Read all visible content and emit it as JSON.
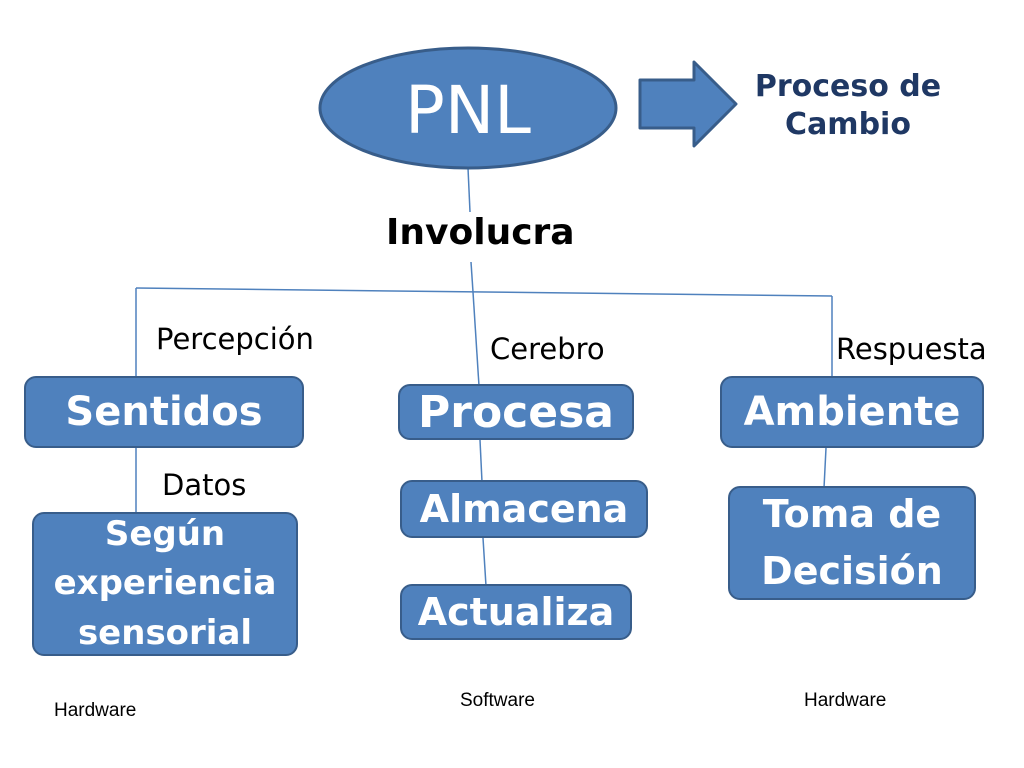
{
  "center": {
    "title": "PNL"
  },
  "arrow_target": "Proceso de\nCambio",
  "involves": "Involucra",
  "branches": [
    {
      "category": "Percepción",
      "node": "Sentidos",
      "sublabel": "Datos",
      "children": [
        "Según experiencia sensorial"
      ],
      "footer": "Hardware"
    },
    {
      "category": "Cerebro",
      "node": "Procesa",
      "children": [
        "Almacena",
        "Actualiza"
      ],
      "footer": "Software"
    },
    {
      "category": "Respuesta",
      "node": "Ambiente",
      "children": [
        "Toma de Decisión"
      ],
      "footer": "Hardware"
    }
  ],
  "colors": {
    "node_fill": "#4f81bd",
    "node_border": "#385d8a",
    "connector": "#4f81bd",
    "accent_text": "#1f3864"
  }
}
